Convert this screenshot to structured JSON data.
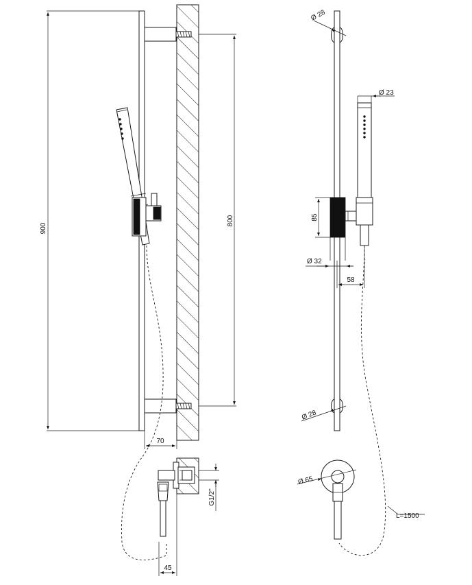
{
  "dimensions": {
    "height_overall": "900",
    "bracket_spacing": "800",
    "rail_offset": "70",
    "outlet_offset": "45",
    "thread": "G1/2\"",
    "dia_top_cap": "Ø 28",
    "dia_bottom_cap": "Ø 28",
    "dia_handshower": "Ø 23",
    "slider_height": "85",
    "dia_slider": "Ø 32",
    "slider_projection": "58",
    "dia_outlet": "Ø 65",
    "hose_length": "L=1500"
  }
}
